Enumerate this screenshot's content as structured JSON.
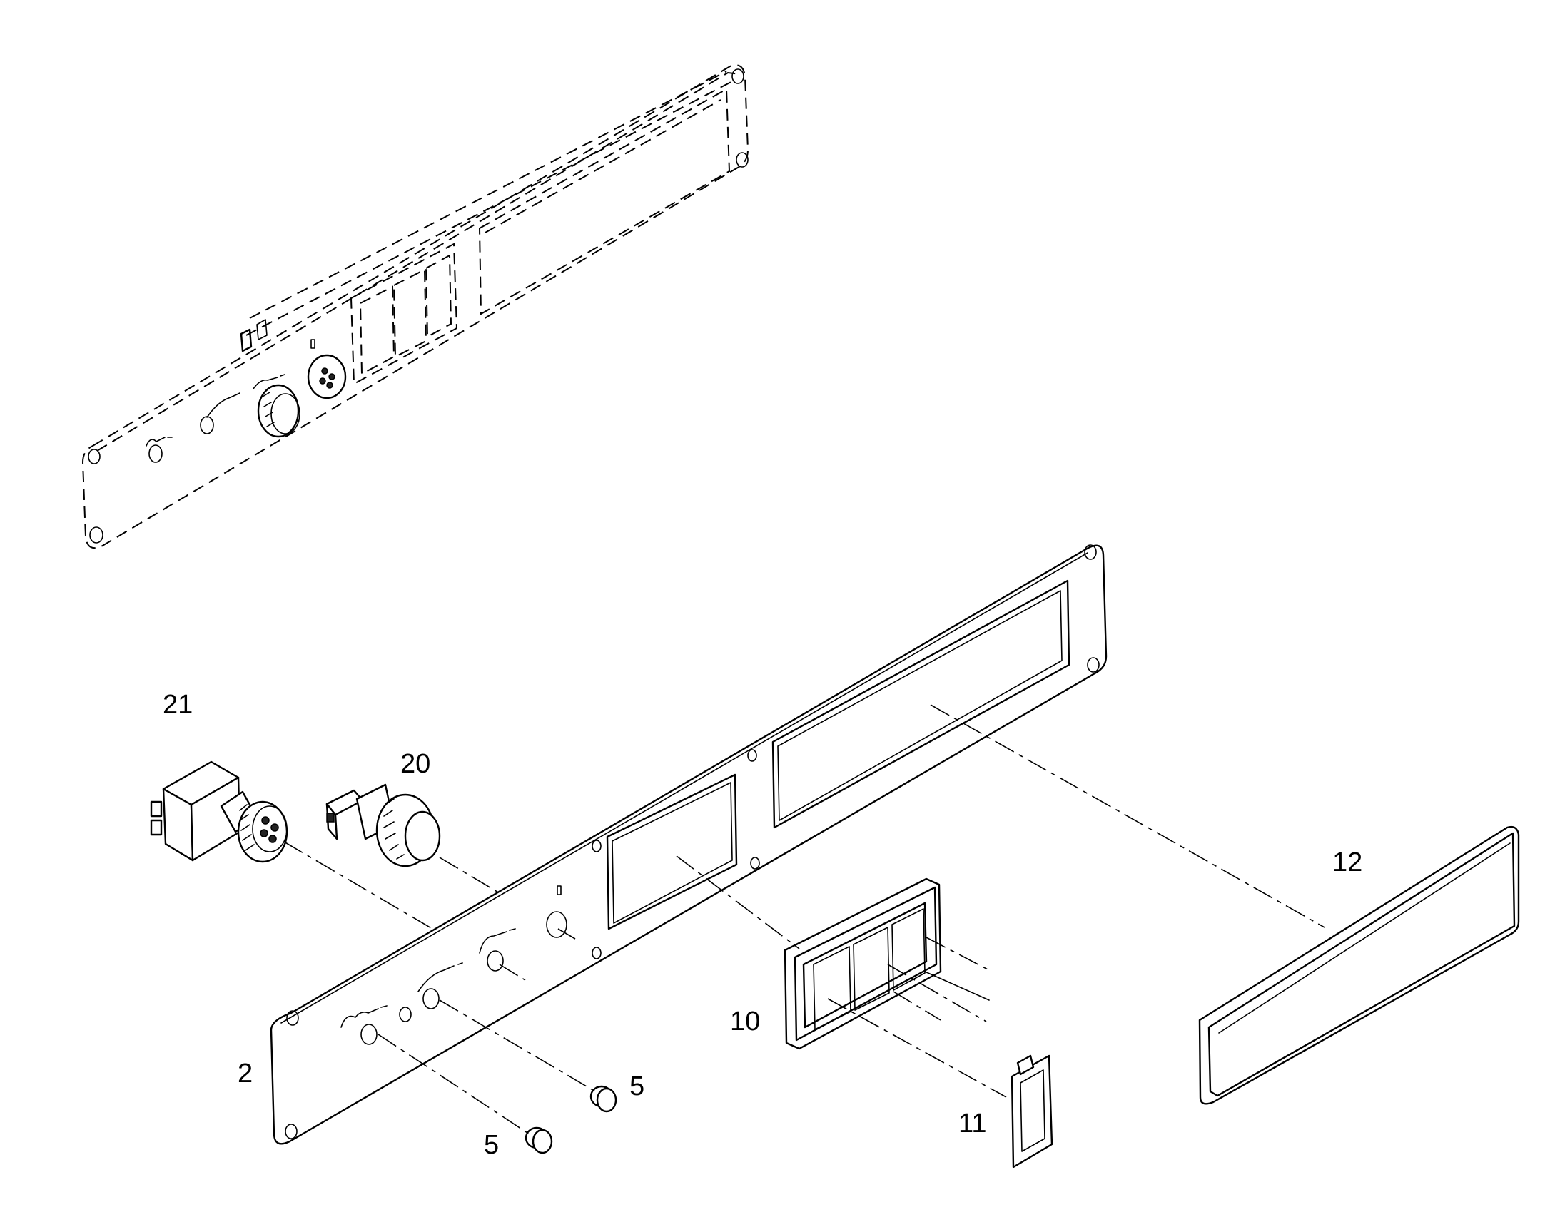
{
  "callouts": {
    "c2": "2",
    "c5a": "5",
    "c5b": "5",
    "c10": "10",
    "c11": "11",
    "c12": "12",
    "c20": "20",
    "c21": "21"
  }
}
